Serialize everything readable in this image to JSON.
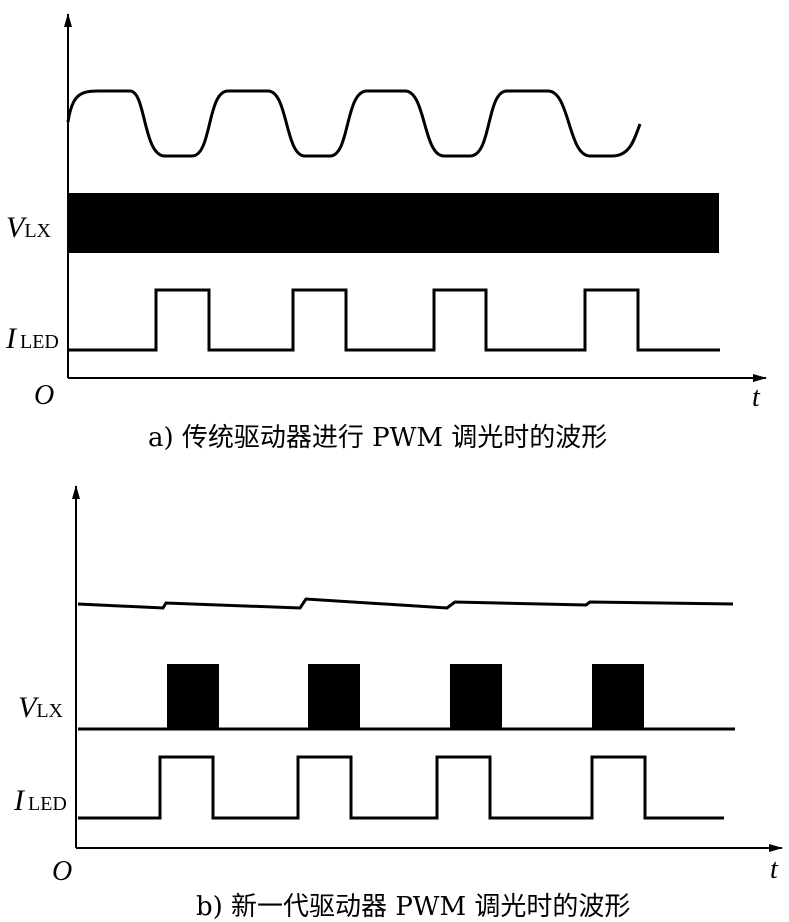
{
  "panel_a": {
    "caption": "a) 传统驱动器进行 PWM 调光时的波形",
    "vlx_main": "V",
    "vlx_sub": "LX",
    "iled_main": "I",
    "iled_sub": "LED",
    "origin": "O",
    "t_label": "t"
  },
  "panel_b": {
    "caption": "b) 新一代驱动器 PWM 调光时的波形",
    "vlx_main": "V",
    "vlx_sub": "LX",
    "iled_main": "I",
    "iled_sub": "LED",
    "origin": "O",
    "t_label": "t"
  }
}
